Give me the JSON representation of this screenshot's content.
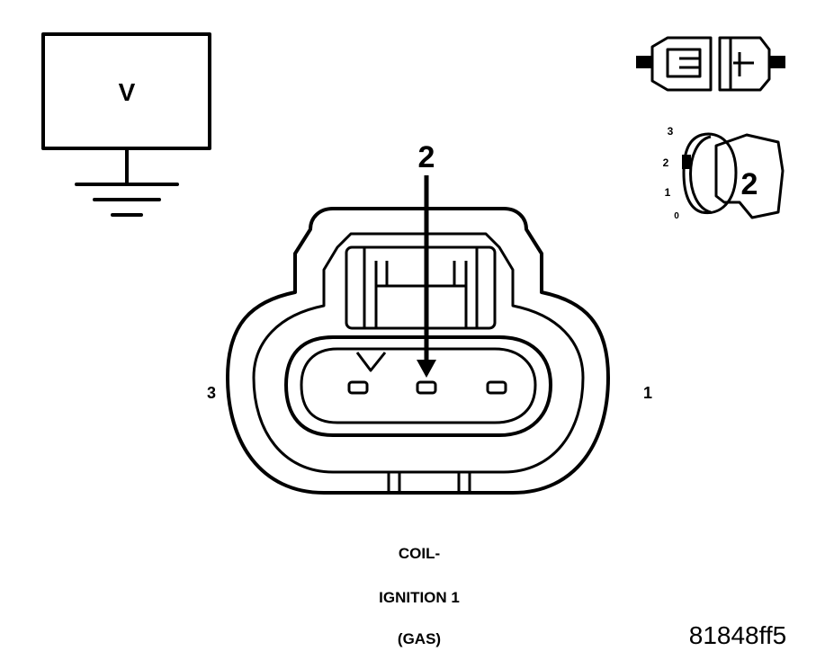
{
  "meter": {
    "symbol": "V"
  },
  "probe": {
    "pin_number": "2"
  },
  "connector": {
    "pin_left_label": "3",
    "pin_right_label": "1"
  },
  "key_switch": {
    "positions": [
      "3",
      "2",
      "1",
      "0"
    ],
    "selected_label": "2"
  },
  "caption": {
    "line1": "COIL-",
    "line2": "IGNITION 1",
    "line3": "(GAS)"
  },
  "figure_id": "81848ff5"
}
